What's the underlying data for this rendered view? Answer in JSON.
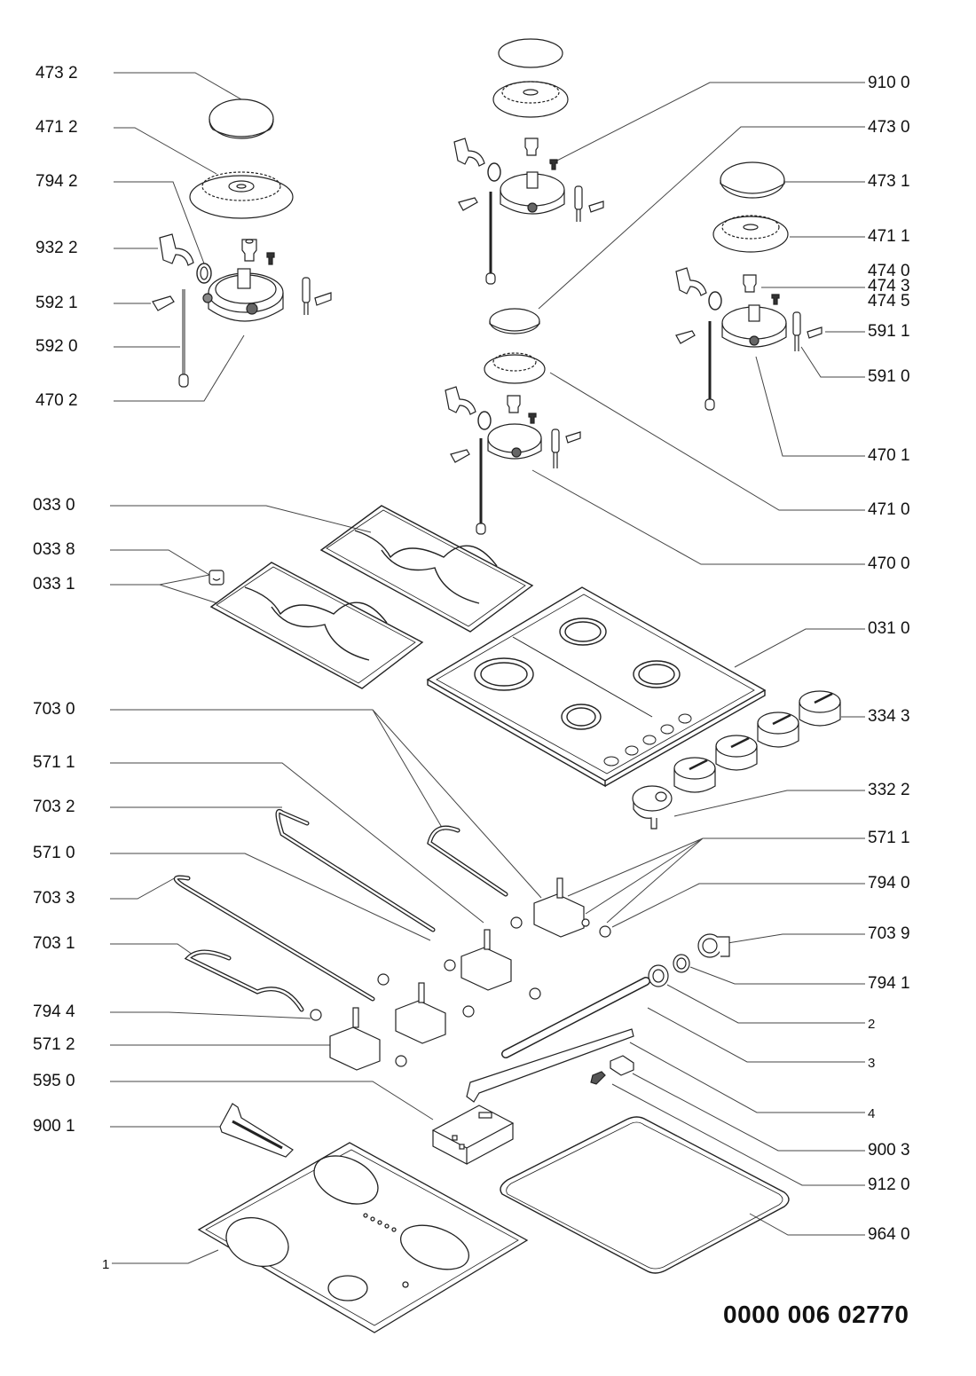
{
  "diagram": {
    "title": "Gas hob exploded parts diagram",
    "document_number": "0000 006 02770",
    "labels_left": [
      {
        "id": "473-2",
        "text": "473 2"
      },
      {
        "id": "471-2",
        "text": "471 2"
      },
      {
        "id": "794-2",
        "text": "794 2"
      },
      {
        "id": "932-2",
        "text": "932 2"
      },
      {
        "id": "592-1",
        "text": "592 1"
      },
      {
        "id": "592-0",
        "text": "592 0"
      },
      {
        "id": "470-2",
        "text": "470 2"
      },
      {
        "id": "033-0",
        "text": "033 0"
      },
      {
        "id": "033-8",
        "text": "033 8"
      },
      {
        "id": "033-1",
        "text": "033 1"
      },
      {
        "id": "703-0",
        "text": "703 0"
      },
      {
        "id": "571-1a",
        "text": "571 1"
      },
      {
        "id": "703-2",
        "text": "703 2"
      },
      {
        "id": "571-0",
        "text": "571 0"
      },
      {
        "id": "703-3",
        "text": "703 3"
      },
      {
        "id": "703-1",
        "text": "703 1"
      },
      {
        "id": "794-4",
        "text": "794 4"
      },
      {
        "id": "571-2",
        "text": "571 2"
      },
      {
        "id": "595-0",
        "text": "595 0"
      },
      {
        "id": "900-1",
        "text": "900 1"
      },
      {
        "id": "1",
        "text": "1"
      }
    ],
    "labels_right": [
      {
        "id": "910-0",
        "text": "910 0"
      },
      {
        "id": "473-0",
        "text": "473 0"
      },
      {
        "id": "473-1",
        "text": "473 1"
      },
      {
        "id": "471-1",
        "text": "471 1"
      },
      {
        "id": "474-0",
        "text": "474 0"
      },
      {
        "id": "474-3",
        "text": "474 3"
      },
      {
        "id": "474-5",
        "text": "474 5"
      },
      {
        "id": "591-1",
        "text": "591 1"
      },
      {
        "id": "591-0",
        "text": "591 0"
      },
      {
        "id": "470-1",
        "text": "470 1"
      },
      {
        "id": "471-0",
        "text": "471 0"
      },
      {
        "id": "470-0",
        "text": "470 0"
      },
      {
        "id": "031-0",
        "text": "031 0"
      },
      {
        "id": "334-3",
        "text": "334 3"
      },
      {
        "id": "332-2",
        "text": "332 2"
      },
      {
        "id": "571-1b",
        "text": "571 1"
      },
      {
        "id": "794-0",
        "text": "794 0"
      },
      {
        "id": "703-9",
        "text": "703 9"
      },
      {
        "id": "794-1",
        "text": "794 1"
      },
      {
        "id": "2",
        "text": "2"
      },
      {
        "id": "3",
        "text": "3"
      },
      {
        "id": "4",
        "text": "4"
      },
      {
        "id": "900-3",
        "text": "900 3"
      },
      {
        "id": "912-0",
        "text": "912 0"
      },
      {
        "id": "964-0",
        "text": "964 0"
      }
    ]
  }
}
